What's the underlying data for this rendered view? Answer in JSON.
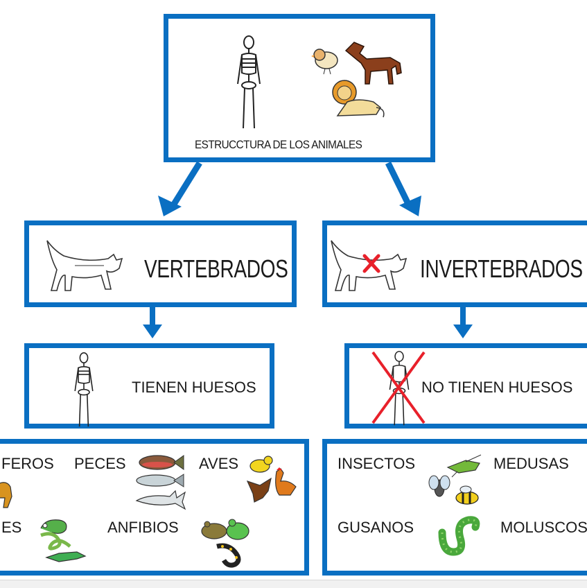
{
  "root": {
    "title": "ESTRUCCTURA DE LOS ANIMALES"
  },
  "vertebrados": {
    "title": "VERTEBRADOS",
    "trait": "TIENEN HUESOS",
    "groups": [
      "FEROS",
      "PECES",
      "AVES",
      "ES",
      "ANFIBIOS"
    ]
  },
  "invertebrados": {
    "title": "INVERTEBRADOS",
    "trait": "NO TIENEN HUESOS",
    "groups": [
      "INSECTOS",
      "MEDUSAS",
      "GUSANOS",
      "MOLUSCOS"
    ]
  },
  "colors": {
    "box_border": "#0a6fc2",
    "cross": "#e8202a"
  },
  "icons": [
    "skeleton-icon",
    "bird-icon",
    "horse-icon",
    "lion-icon",
    "cat-icon",
    "fish-icon",
    "shark-icon",
    "chameleon-icon",
    "snake-icon",
    "crocodile-icon",
    "frog-icon",
    "salamander-icon",
    "grasshopper-icon",
    "fly-icon",
    "bee-icon",
    "worm-icon",
    "dog-icon",
    "eagle-icon",
    "rooster-icon"
  ]
}
